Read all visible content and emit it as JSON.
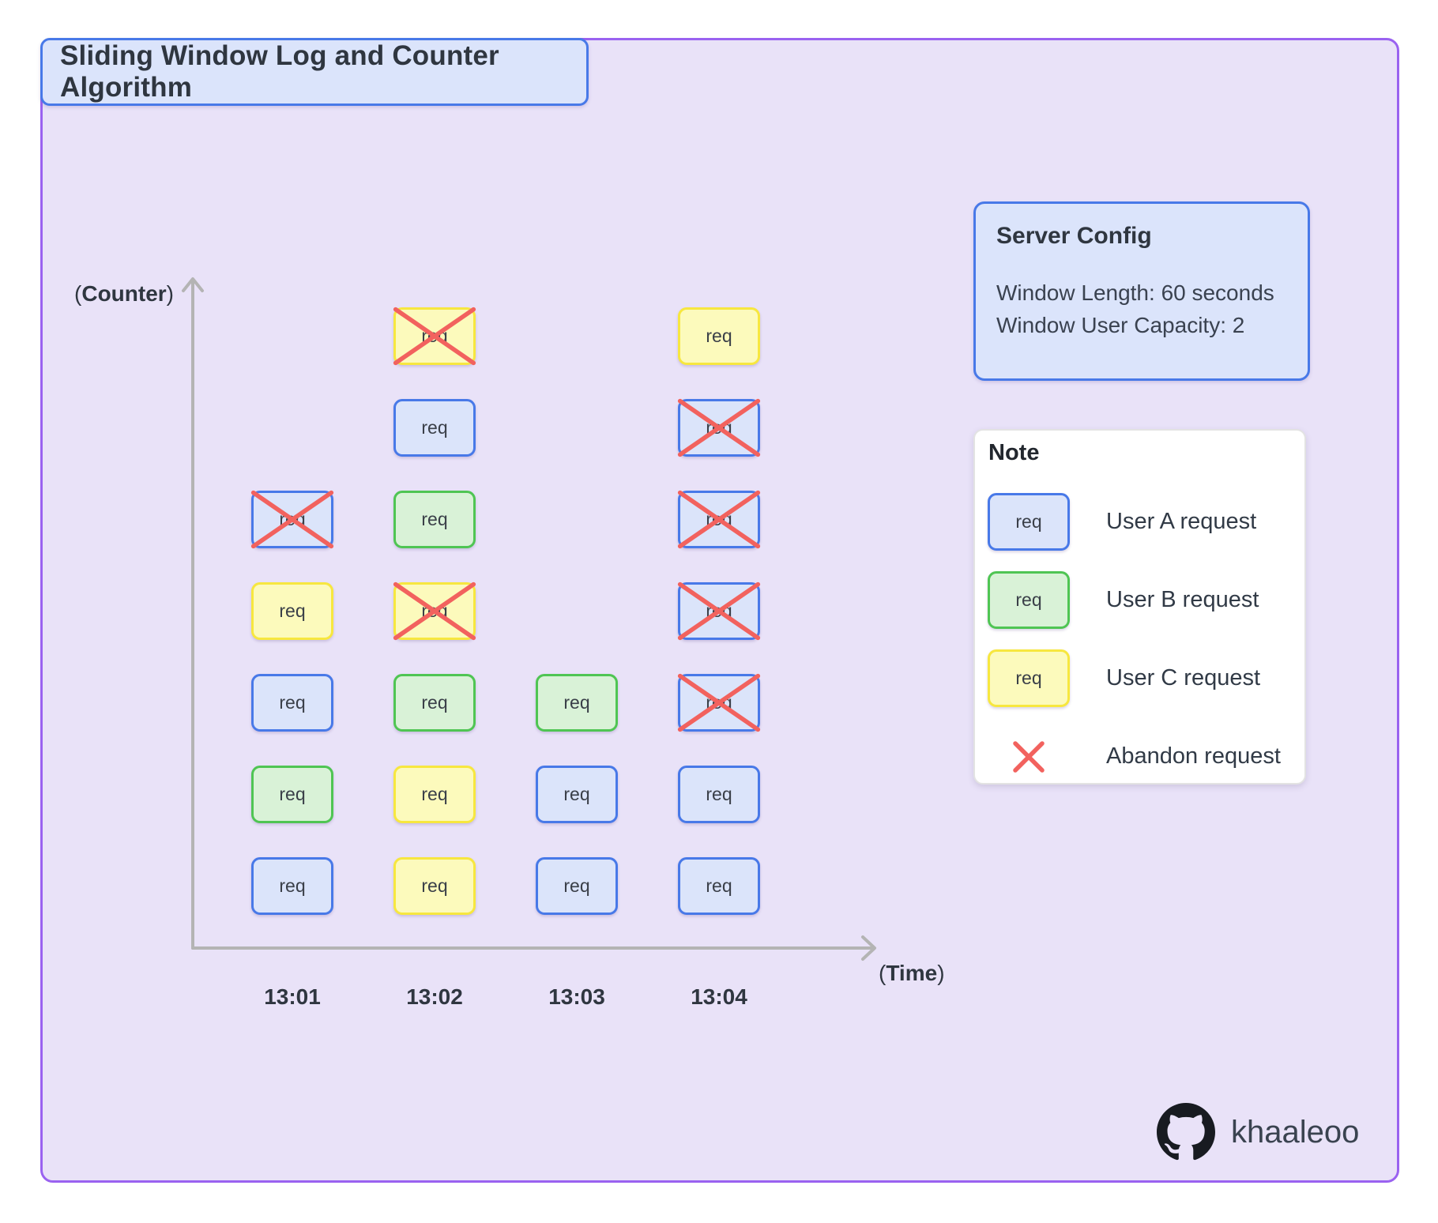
{
  "theme": {
    "page_bg": "#ffffff",
    "canvas_bg": "#e9e2f8",
    "canvas_border": "#9a62f0",
    "panel_blue_bg": "#dbe4fb",
    "panel_blue_border": "#4879e8",
    "axis_color": "#b4b4b4",
    "text_dark": "#2f3640",
    "text_body": "#3a4250",
    "abandon_color": "#f2625e"
  },
  "title": "Sliding Window Log and Counter Algorithm",
  "request_label": "req",
  "user_styles": {
    "A": {
      "fill": "#dbe4fa",
      "border": "#4879e8"
    },
    "B": {
      "fill": "#d9f2d7",
      "border": "#4fc553"
    },
    "C": {
      "fill": "#fcfabc",
      "border": "#f7e73f"
    }
  },
  "axes": {
    "y_label": {
      "prefix": "(",
      "word": "Counter",
      "suffix": ")"
    },
    "x_label": {
      "prefix": "(",
      "word": "Time",
      "suffix": ")"
    },
    "ticks": [
      "13:01",
      "13:02",
      "13:03",
      "13:04"
    ]
  },
  "server_config": {
    "heading": "Server Config",
    "lines": [
      "Window Length: 60 seconds",
      "Window User Capacity: 2"
    ]
  },
  "note": {
    "heading": "Note",
    "items": [
      {
        "type": "chip",
        "user": "A",
        "label": "User A request"
      },
      {
        "type": "chip",
        "user": "B",
        "label": "User B request"
      },
      {
        "type": "chip",
        "user": "C",
        "label": "User C request"
      },
      {
        "type": "x",
        "label": "Abandon request"
      }
    ]
  },
  "grid": {
    "columns": [
      {
        "time": "13:01",
        "requests_bottom_to_top": [
          {
            "user": "A",
            "abandoned": false
          },
          {
            "user": "B",
            "abandoned": false
          },
          {
            "user": "A",
            "abandoned": false
          },
          {
            "user": "C",
            "abandoned": false
          },
          {
            "user": "A",
            "abandoned": true
          }
        ]
      },
      {
        "time": "13:02",
        "requests_bottom_to_top": [
          {
            "user": "C",
            "abandoned": false
          },
          {
            "user": "C",
            "abandoned": false
          },
          {
            "user": "B",
            "abandoned": false
          },
          {
            "user": "C",
            "abandoned": true
          },
          {
            "user": "B",
            "abandoned": false
          },
          {
            "user": "A",
            "abandoned": false
          },
          {
            "user": "C",
            "abandoned": true
          }
        ]
      },
      {
        "time": "13:03",
        "requests_bottom_to_top": [
          {
            "user": "A",
            "abandoned": false
          },
          {
            "user": "A",
            "abandoned": false
          },
          {
            "user": "B",
            "abandoned": false
          }
        ]
      },
      {
        "time": "13:04",
        "requests_bottom_to_top": [
          {
            "user": "A",
            "abandoned": false
          },
          {
            "user": "A",
            "abandoned": false
          },
          {
            "user": "A",
            "abandoned": true
          },
          {
            "user": "A",
            "abandoned": true
          },
          {
            "user": "A",
            "abandoned": true
          },
          {
            "user": "A",
            "abandoned": true
          },
          {
            "user": "C",
            "abandoned": false
          }
        ]
      }
    ]
  },
  "attribution": {
    "icon": "github-icon",
    "username": "khaaleoo"
  }
}
